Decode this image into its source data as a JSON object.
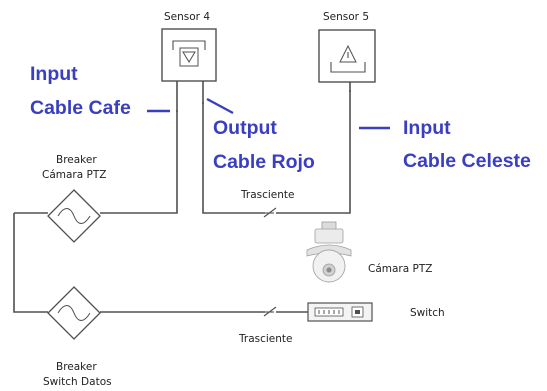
{
  "sensors": {
    "sensor4": "Sensor 4",
    "sensor5": "Sensor 5"
  },
  "labels": {
    "input_left": "Input",
    "cable_cafe": "Cable Cafe",
    "output": "Output",
    "cable_rojo": "Cable Rojo",
    "input_right": "Input",
    "cable_celeste": "Cable Celeste",
    "breaker_ptz_1": "Breaker",
    "breaker_ptz_2": "Cámara PTZ",
    "trasciente_top": "Trasciente",
    "camara_ptz": "Cámara PTZ",
    "switch": "Switch",
    "trasciente_bottom": "Trasciente",
    "breaker_switch_1": "Breaker",
    "breaker_switch_2": "Switch Datos"
  },
  "colors": {
    "accent_blue": "#3a3fc0",
    "wire": "#505050"
  },
  "icons": {
    "sensor4": "down-triangle-sensor-icon",
    "sensor5": "warning-triangle-sensor-icon",
    "breakers": "breaker-diamond-icon",
    "camera": "ptz-dome-camera-icon",
    "switch": "network-switch-icon"
  }
}
